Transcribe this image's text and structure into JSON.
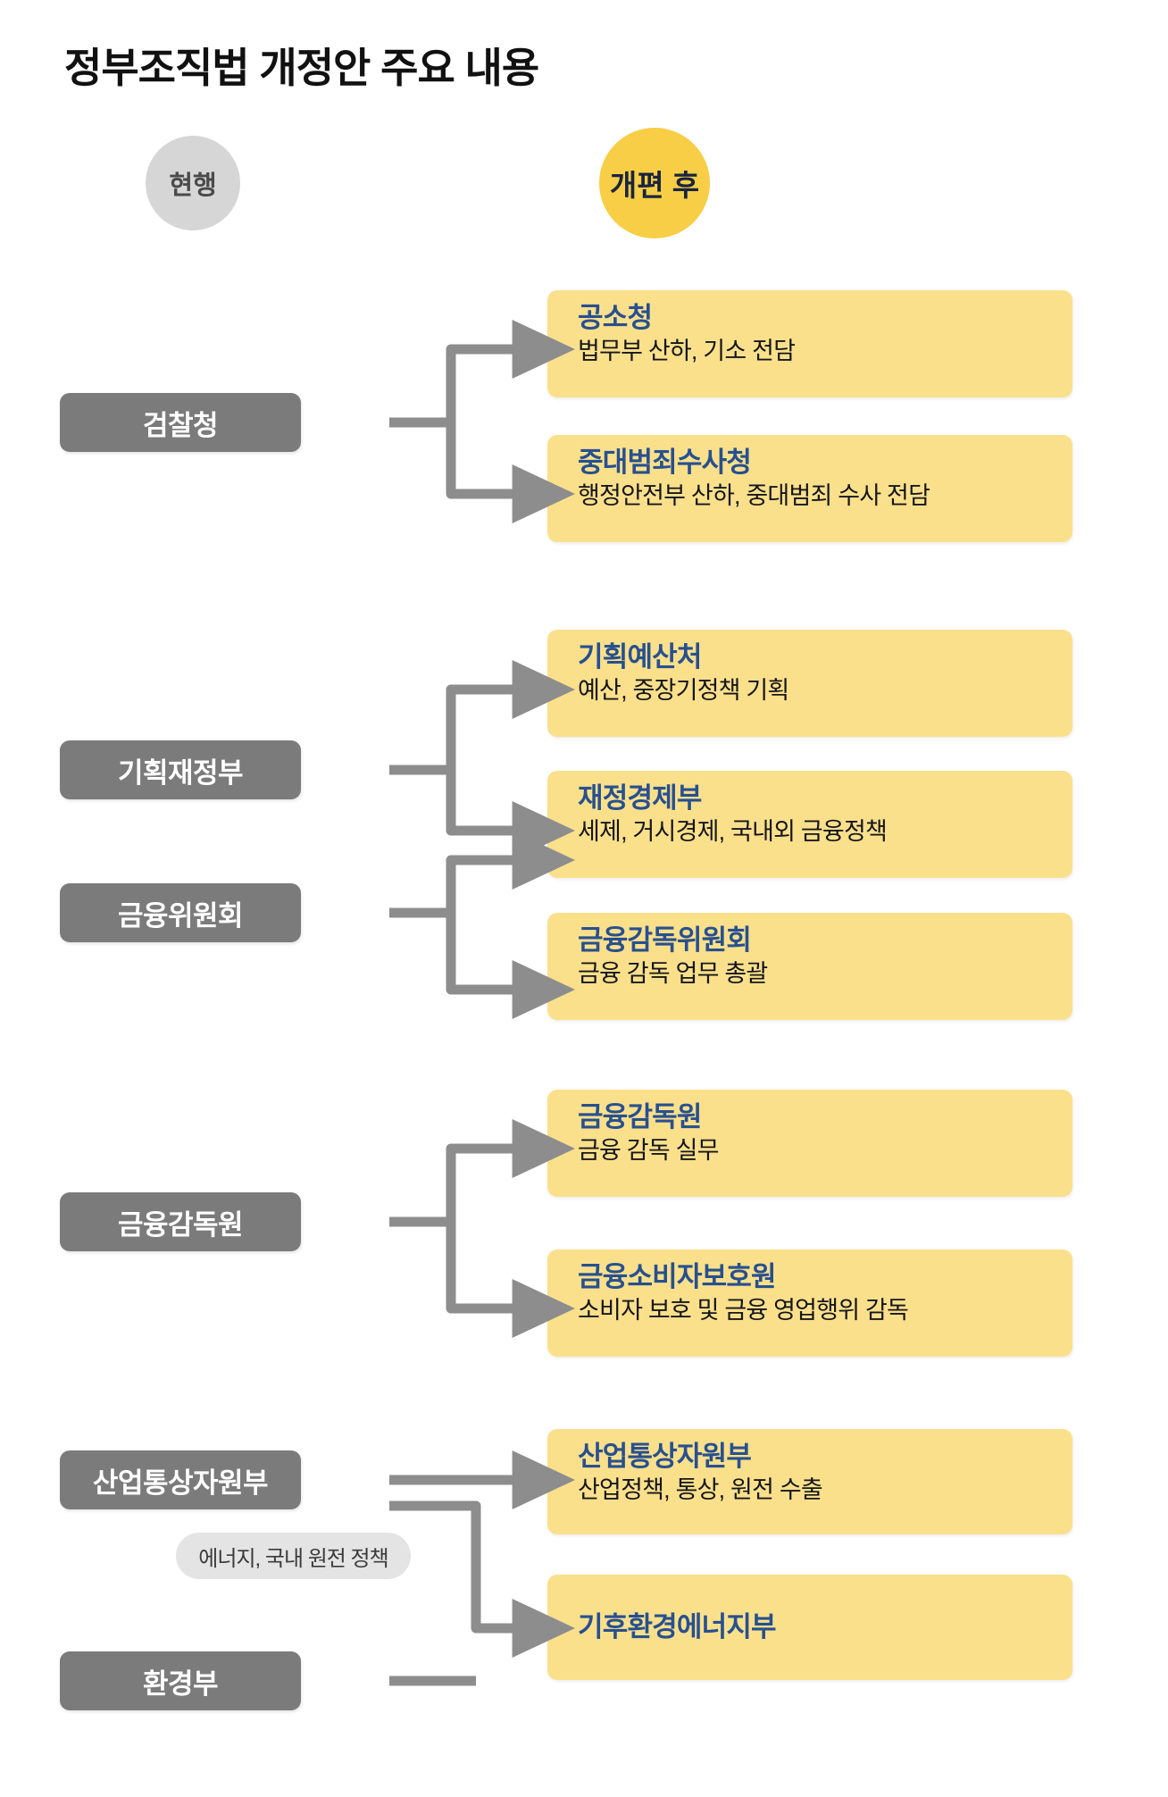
{
  "page": {
    "title": "정부조직법 개정안 주요 내용",
    "accent_yellow": "#fbe08c",
    "accent_badge_yellow": "#f7ce45",
    "gray_box": "#7b7b7b",
    "title_blue": "#28508f",
    "connector_gray": "#8d8d8d"
  },
  "legend": {
    "current": "현행",
    "after": "개편 후"
  },
  "groups": [
    {
      "id": "prosecution",
      "sources": [
        {
          "label": "검찰청"
        }
      ],
      "targets": [
        {
          "title": "공소청",
          "subtitle": "법무부 산하, 기소 전담"
        },
        {
          "title": "중대범죄수사청",
          "subtitle": "행정안전부 산하, 중대범죄 수사 전담"
        }
      ]
    },
    {
      "id": "finance",
      "sources": [
        {
          "label": "기획재정부"
        },
        {
          "label": "금융위원회"
        }
      ],
      "targets": [
        {
          "title": "기획예산처",
          "subtitle": "예산, 중장기정책 기획"
        },
        {
          "title": "재정경제부",
          "subtitle": "세제, 거시경제, 국내외 금융정책"
        },
        {
          "title": "금융감독위원회",
          "subtitle": "금융 감독 업무 총괄"
        }
      ]
    },
    {
      "id": "supervision",
      "sources": [
        {
          "label": "금융감독원"
        }
      ],
      "targets": [
        {
          "title": "금융감독원",
          "subtitle": "금융 감독 실무"
        },
        {
          "title": "금융소비자보호원",
          "subtitle": "소비자 보호 및 금융 영업행위 감독"
        }
      ]
    },
    {
      "id": "industry-environment",
      "sources": [
        {
          "label": "산업통상자원부"
        },
        {
          "label": "환경부"
        }
      ],
      "transfer_label": "에너지, 국내 원전 정책",
      "targets": [
        {
          "title": "산업통상자원부",
          "subtitle": "산업정책, 통상, 원전 수출"
        },
        {
          "title": "기후환경에너지부",
          "subtitle": ""
        }
      ]
    }
  ]
}
